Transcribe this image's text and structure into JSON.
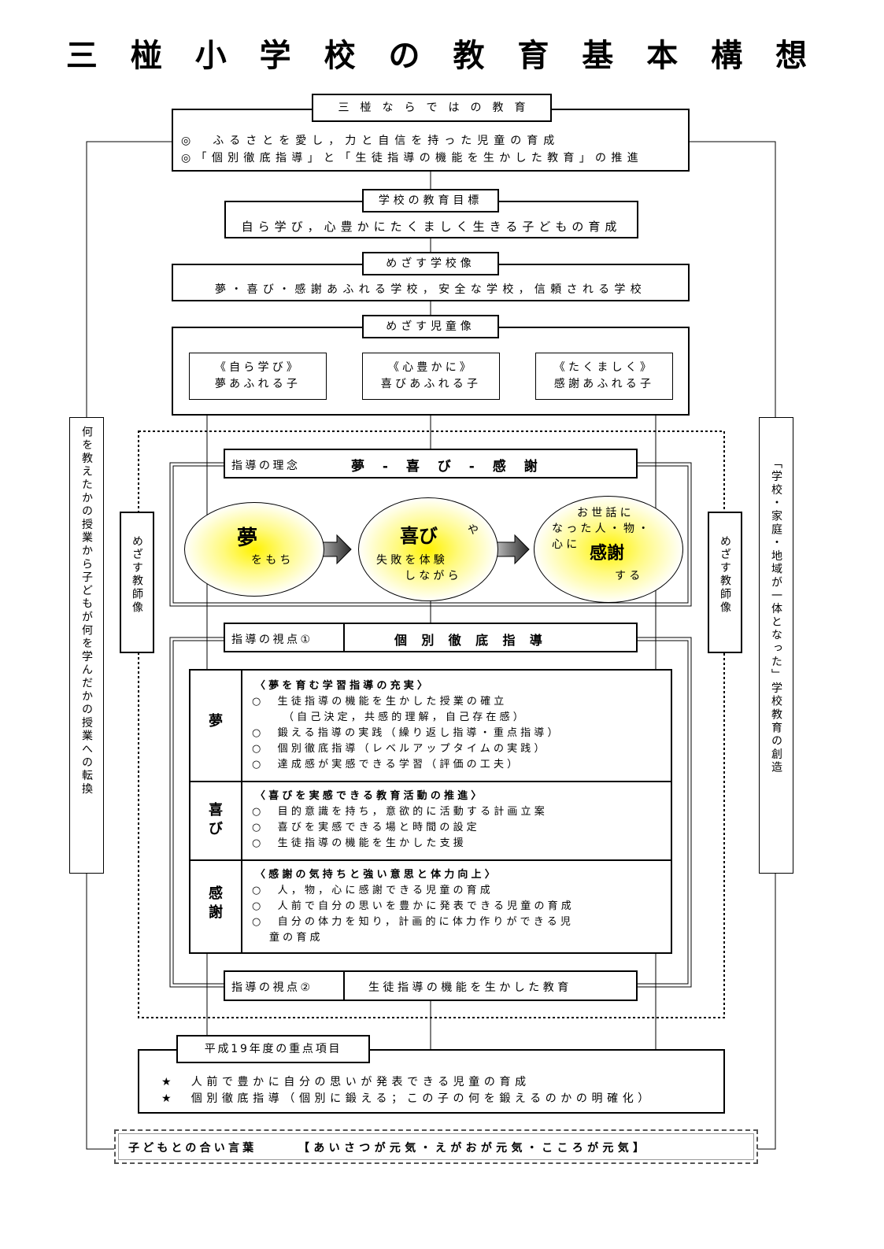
{
  "title": "三 椪 小 学 校 の 教 育 基 本 構 想",
  "unique": {
    "label": "三　椪　な　ら　で　は　の　教　育",
    "lines": [
      "◎　ふるさとを愛し，力と自信を持った児童の育成",
      "◎「個別徹底指導」と「生徒指導の機能を生かした教育」の推進"
    ]
  },
  "school_goal": {
    "label": "学校の教育目標",
    "text": "自ら学び，心豊かにたくましく生きる子どもの育成"
  },
  "school_image": {
    "label": "めざす学校像",
    "text": "夢・喜び・感謝あふれる学校，安全な学校，信頼される学校"
  },
  "child_image": {
    "label": "めざす児童像",
    "items": [
      {
        "line1": "《自ら学び》",
        "line2": "夢あふれる子"
      },
      {
        "line1": "《心豊かに》",
        "line2": "喜びあふれる子"
      },
      {
        "line1": "《たくましく》",
        "line2": "感謝あふれる子"
      }
    ]
  },
  "left_side": "何を教えたかの授業から子どもが何を学んだかの授業への転換",
  "right_side": "「学校・家庭・地域が一体となった」学校教育の創造",
  "teacher_image": "めざす教師像",
  "philosophy": {
    "label": "指導の理念",
    "title": "夢 - 喜 び - 感 謝",
    "yume": {
      "big": "夢",
      "small": "をもち"
    },
    "yorokobi": {
      "big": "喜び",
      "ya": "や",
      "small1": "失敗を体験",
      "small2": "しながら"
    },
    "kansha": {
      "small1": "お世話に",
      "small2": "なった人・物・",
      "small3": "心に",
      "big": "感謝",
      "small4": "する"
    }
  },
  "viewpoint1": {
    "label": "指導の視点①",
    "title": "個 別 徹 底 指 導"
  },
  "table": [
    {
      "head": "夢",
      "title": "〈夢を育む学習指導の充実〉",
      "lines": [
        "○　生徒指導の機能を生かした授業の確立",
        "（自己決定，共感的理解，自己存在感）",
        "○　鍛える指導の実践（繰り返し指導・重点指導）",
        "○　個別徹底指導（レベルアップタイムの実践）",
        "○　達成感が実感できる学習（評価の工夫）"
      ]
    },
    {
      "head": "喜び",
      "title": "〈喜びを実感できる教育活動の推進〉",
      "lines": [
        "○　目的意識を持ち，意欲的に活動する計画立案",
        "○　喜びを実感できる場と時間の設定",
        "○　生徒指導の機能を生かした支援"
      ]
    },
    {
      "head": "感謝",
      "title": "〈感謝の気持ちと強い意思と体力向上〉",
      "lines": [
        "○　人，物，心に感謝できる児童の育成",
        "○　人前で自分の思いを豊かに発表できる児童の育成",
        "○　自分の体力を知り，計画的に体力作りができる児",
        "童の育成"
      ]
    }
  ],
  "viewpoint2": {
    "label": "指導の視点②",
    "title": "生徒指導の機能を生かした教育"
  },
  "priority": {
    "label": "平成19年度の重点項目",
    "lines": [
      "★　人前で豊かに自分の思いが発表できる児童の育成",
      "★　個別徹底指導（個別に鍛える；この子の何を鍛えるのかの明確化）"
    ]
  },
  "motto": {
    "label": "子どもとの合い言葉",
    "text": "【あいさつが元気・えがおが元気・こころが元気】"
  },
  "colors": {
    "ellipse_center": "#fff200",
    "line": "#000000",
    "background": "#ffffff"
  }
}
